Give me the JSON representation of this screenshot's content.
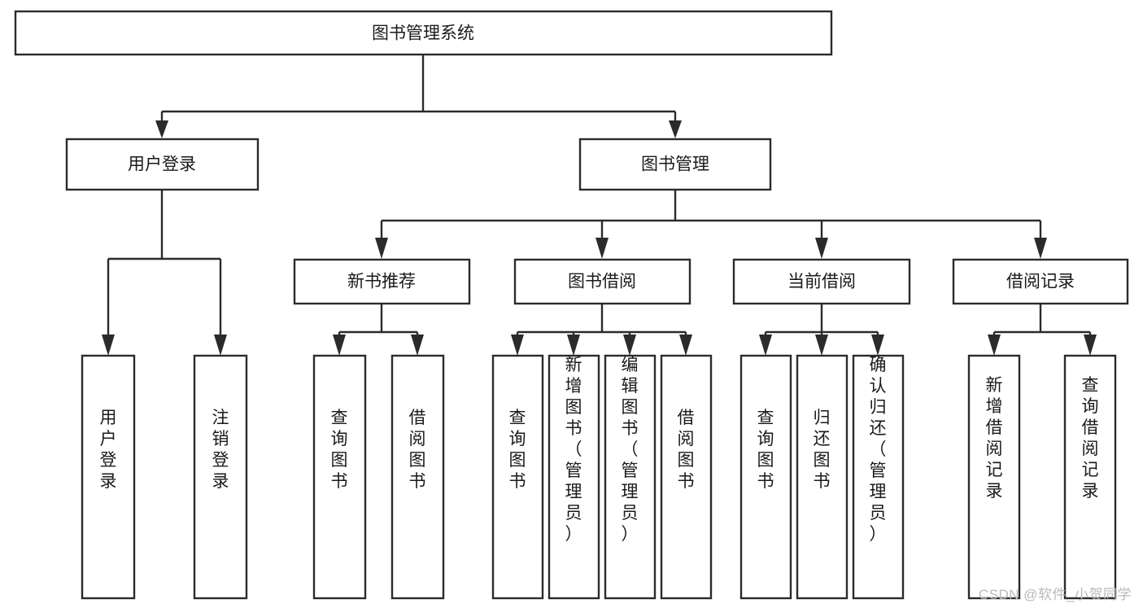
{
  "diagram": {
    "title": "图书管理系统",
    "type": "hierarchy-tree",
    "watermark": "CSDN @软件_小贺同学",
    "colors": {
      "background": "#ffffff",
      "box_stroke": "#2b2b2b",
      "box_fill": "#ffffff",
      "text": "#1a1a1a",
      "watermark": "#b9b9b9"
    },
    "levels": {
      "root": {
        "label": "图书管理系统",
        "orientation": "horizontal"
      },
      "level2": [
        {
          "id": "user-login",
          "label": "用户登录",
          "orientation": "horizontal"
        },
        {
          "id": "book-management",
          "label": "图书管理",
          "orientation": "horizontal"
        }
      ],
      "level3": [
        {
          "id": "new-book-recommend",
          "label": "新书推荐",
          "orientation": "horizontal",
          "parent": "book-management"
        },
        {
          "id": "book-borrow",
          "label": "图书借阅",
          "orientation": "horizontal",
          "parent": "book-management"
        },
        {
          "id": "current-borrow",
          "label": "当前借阅",
          "orientation": "horizontal",
          "parent": "book-management"
        },
        {
          "id": "borrow-record",
          "label": "借阅记录",
          "orientation": "horizontal",
          "parent": "book-management"
        }
      ],
      "leaves": [
        {
          "id": "leaf-user-login",
          "label": "用户登录",
          "orientation": "vertical",
          "parent": "user-login"
        },
        {
          "id": "leaf-user-logout",
          "label": "注销登录",
          "orientation": "vertical",
          "parent": "user-login"
        },
        {
          "id": "leaf-query-book-1",
          "label": "查询图书",
          "orientation": "vertical",
          "parent": "new-book-recommend"
        },
        {
          "id": "leaf-borrow-book-1",
          "label": "借阅图书",
          "orientation": "vertical",
          "parent": "new-book-recommend"
        },
        {
          "id": "leaf-query-book-2",
          "label": "查询图书",
          "orientation": "vertical",
          "parent": "book-borrow"
        },
        {
          "id": "leaf-add-book",
          "label": "新增图书（管理员）",
          "orientation": "vertical",
          "parent": "book-borrow"
        },
        {
          "id": "leaf-edit-book",
          "label": "编辑图书（管理员）",
          "orientation": "vertical",
          "parent": "book-borrow"
        },
        {
          "id": "leaf-borrow-book-2",
          "label": "借阅图书",
          "orientation": "vertical",
          "parent": "book-borrow"
        },
        {
          "id": "leaf-query-book-3",
          "label": "查询图书",
          "orientation": "vertical",
          "parent": "current-borrow"
        },
        {
          "id": "leaf-return-book",
          "label": "归还图书",
          "orientation": "vertical",
          "parent": "current-borrow"
        },
        {
          "id": "leaf-confirm-return",
          "label": "确认归还（管理员）",
          "orientation": "vertical",
          "parent": "current-borrow"
        },
        {
          "id": "leaf-add-record",
          "label": "新增借阅记录",
          "orientation": "vertical",
          "parent": "borrow-record"
        },
        {
          "id": "leaf-query-record",
          "label": "查询借阅记录",
          "orientation": "vertical",
          "parent": "borrow-record"
        }
      ]
    }
  }
}
